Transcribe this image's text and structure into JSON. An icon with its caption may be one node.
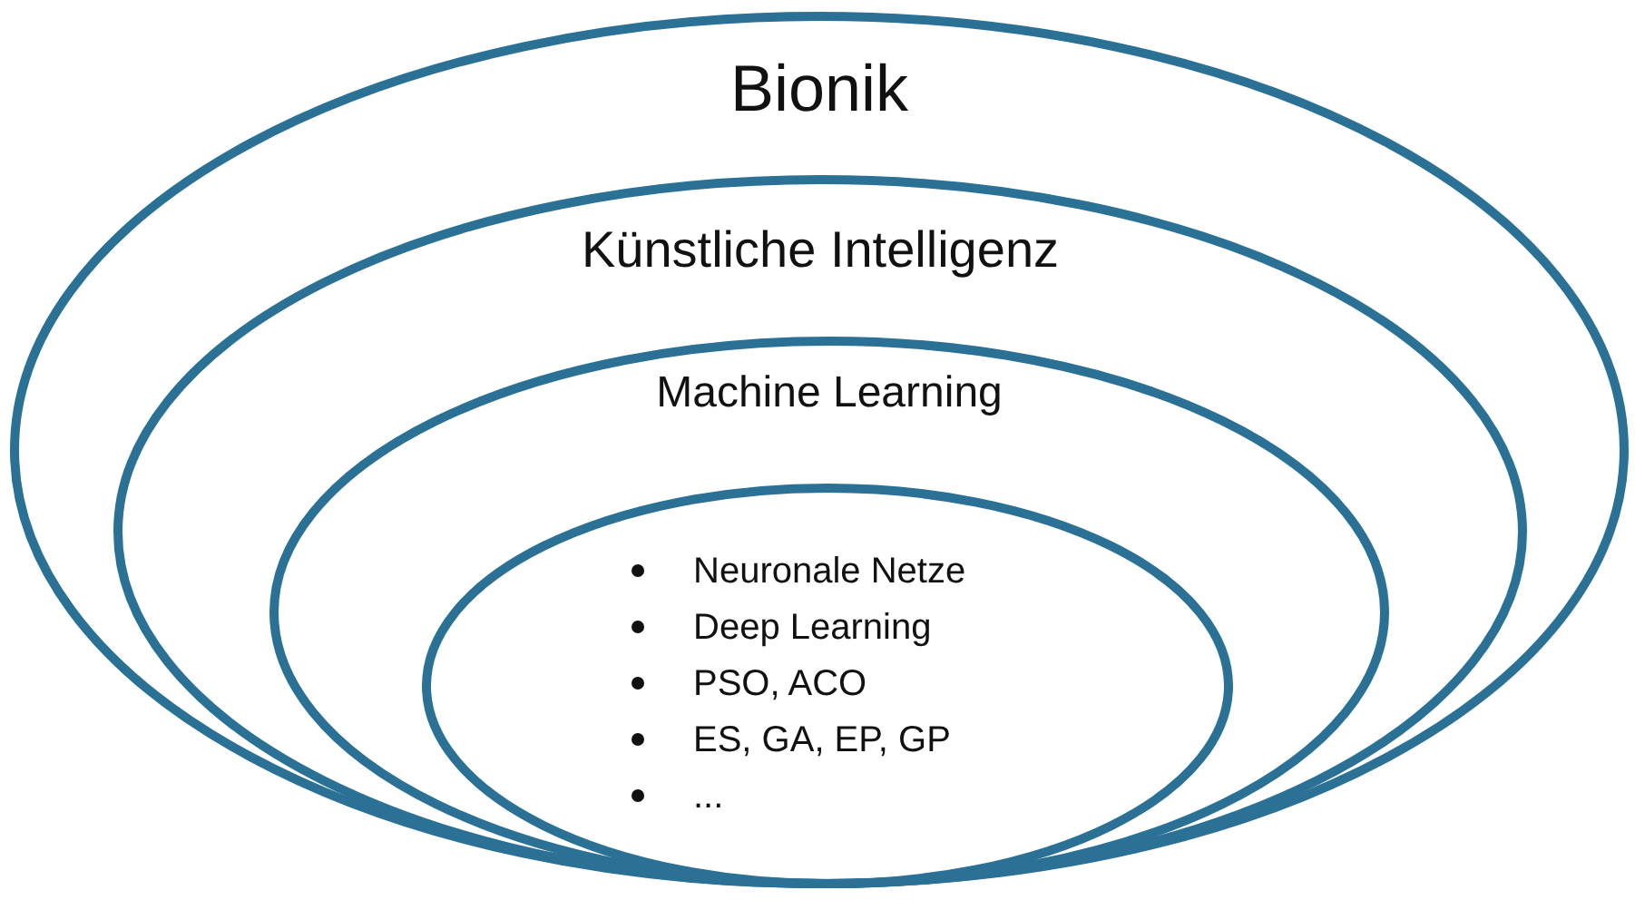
{
  "diagram": {
    "nodes": [
      {
        "text": [
          "Bionik"
        ]
      },
      {
        "text": [
          "Künstliche Intelligenz"
        ],
        "in": 0
      },
      {
        "text": [
          "Machine Learning"
        ],
        "in": 1
      },
      {
        "text": [
          "Neuronale Netze",
          "Deep Learning",
          "PSO, ACO",
          "ES, GA, EP, GP",
          "..."
        ],
        "in": 2
      }
    ]
  }
}
